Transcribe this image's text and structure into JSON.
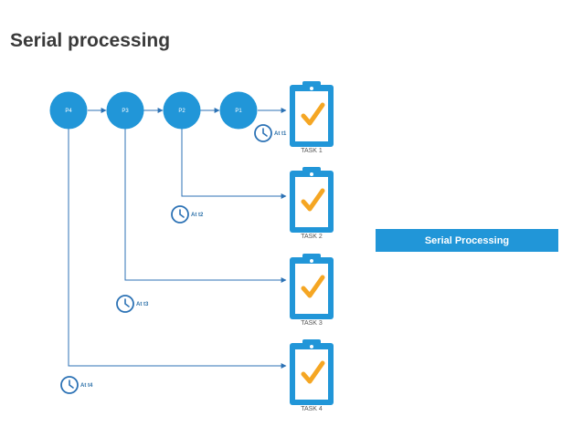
{
  "title": "Serial processing",
  "banner_label": "Serial Processing",
  "processes": [
    {
      "id": "P4",
      "label": "P4"
    },
    {
      "id": "P3",
      "label": "P3"
    },
    {
      "id": "P2",
      "label": "P2"
    },
    {
      "id": "P1",
      "label": "P1"
    }
  ],
  "tasks": [
    {
      "label": "TASK 1",
      "time": "At t1"
    },
    {
      "label": "TASK 2",
      "time": "At t2"
    },
    {
      "label": "TASK 3",
      "time": "At t3"
    },
    {
      "label": "TASK 4",
      "time": "At t4"
    }
  ],
  "colors": {
    "accent": "#2196d8",
    "check": "#f5a623",
    "line": "#2c72b5",
    "title": "#3a3a3a"
  }
}
